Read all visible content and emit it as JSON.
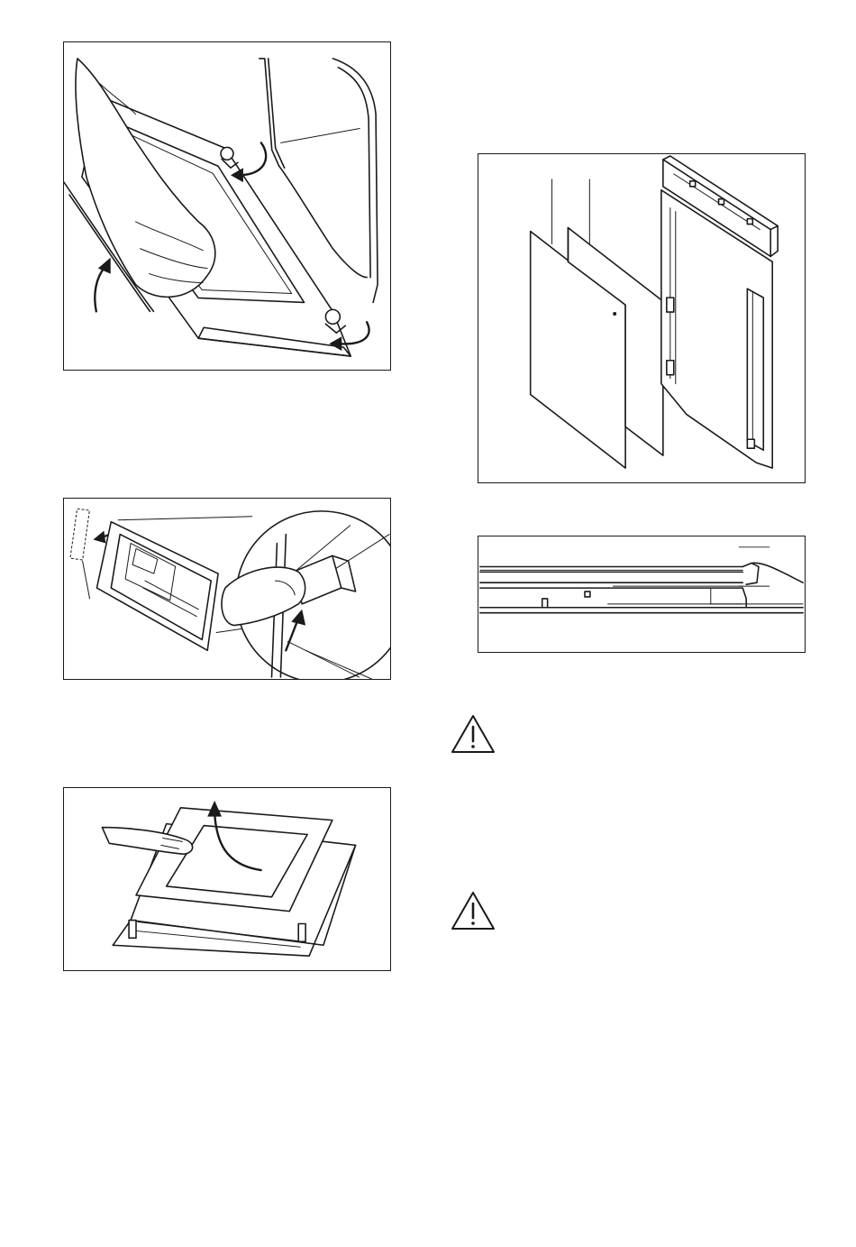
{
  "page": {
    "figures": [
      {
        "name": "door-removal-hinge-figure"
      },
      {
        "name": "door-trim-removal-figure"
      },
      {
        "name": "glass-panel-lift-figure"
      },
      {
        "name": "glass-panels-exploded-figure"
      },
      {
        "name": "glass-panel-section-figure"
      }
    ],
    "warnings": [
      {
        "icon": "warning-triangle-icon"
      },
      {
        "icon": "warning-triangle-icon"
      }
    ]
  }
}
